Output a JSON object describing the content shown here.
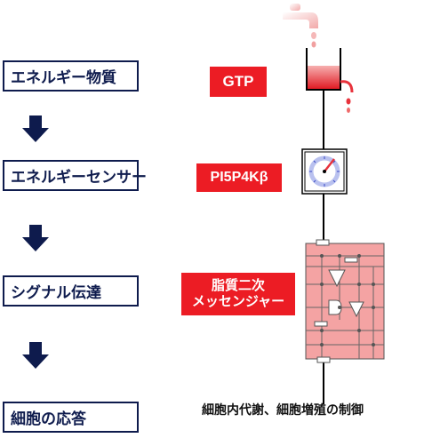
{
  "stages": [
    {
      "label": "エネルギー物質"
    },
    {
      "label": "エネルギーセンサー"
    },
    {
      "label": "シグナル伝達"
    },
    {
      "label": "細胞の応答"
    }
  ],
  "molecules": [
    {
      "label": "GTP"
    },
    {
      "label": "PI5P4Kβ"
    },
    {
      "label_lines": [
        "脂質二次",
        "メッセンジャー"
      ]
    }
  ],
  "response_caption": "細胞内代謝、細胞増殖の制御",
  "colors": {
    "navy": "#0e1b4d",
    "red": "#ec1c24",
    "pink_fill": "#f4a3a3",
    "water_red": "#e8323c"
  },
  "icons": [
    "faucet-icon",
    "water-tank-icon",
    "gauge-meter-icon",
    "circuit-board-icon",
    "down-arrow-icon"
  ]
}
